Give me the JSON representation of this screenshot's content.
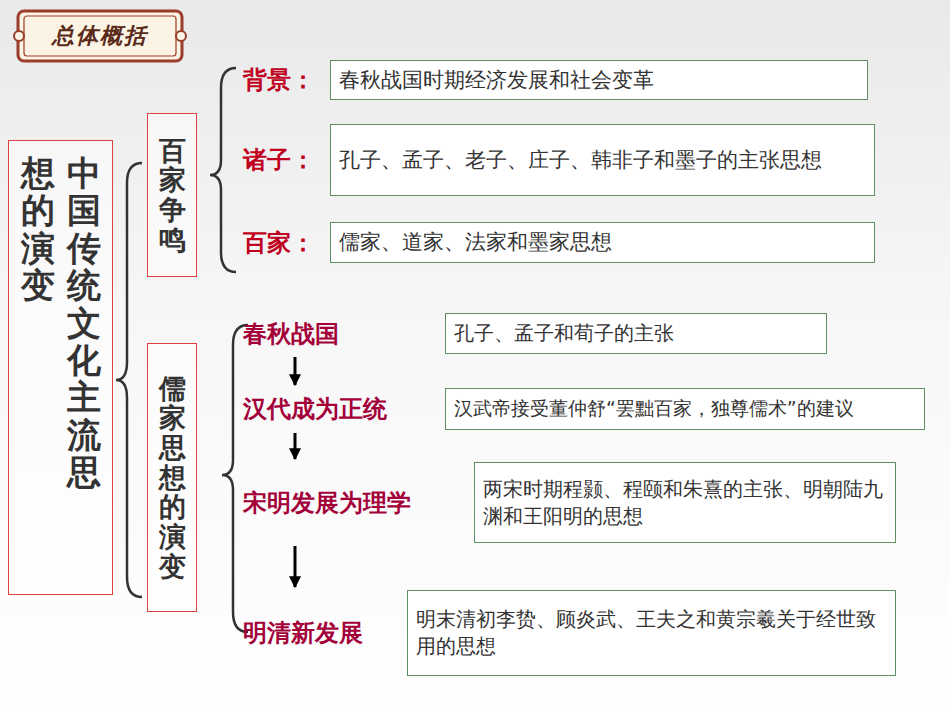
{
  "diagram": {
    "nodes": [
      {
        "text": [
          "总体概括"
        ]
      },
      {
        "text": [
          "中国传统文化主流思",
          "想的演变"
        ]
      },
      {
        "text": [
          "百家争鸣"
        ]
      },
      {
        "text": [
          "背景：",
          "春秋战国时期经济发展和社会变革"
        ]
      },
      {
        "text": [
          "诸子：",
          "孔子、孟子、老子、庄子、韩非子和墨子的主张思想"
        ]
      },
      {
        "text": [
          "百家：",
          "儒家、道家、法家和墨家思想"
        ]
      },
      {
        "text": [
          "儒家思想的演变"
        ]
      },
      {
        "text": [
          "春秋战国",
          "孔子、孟子和荀子的主张"
        ]
      },
      {
        "text": [
          "汉代成为正统",
          "汉武帝接受董仲舒“罢黜百家，独尊儒术”的建议"
        ]
      },
      {
        "text": [
          "宋明发展为理学",
          "两宋时期程颢、程颐和朱熹的主张、明朝陆九渊和王阳明的思想"
        ]
      },
      {
        "text": [
          "明清新发展",
          "明末清初李贽、顾炎武、王夫之和黄宗羲关于经世致用的思想"
        ]
      }
    ],
    "edges": [
      {
        "from": 7,
        "to": 8,
        "arrow": "to"
      },
      {
        "from": 8,
        "to": 9,
        "arrow": "to"
      },
      {
        "from": 9,
        "to": 10,
        "arrow": "to"
      }
    ]
  }
}
